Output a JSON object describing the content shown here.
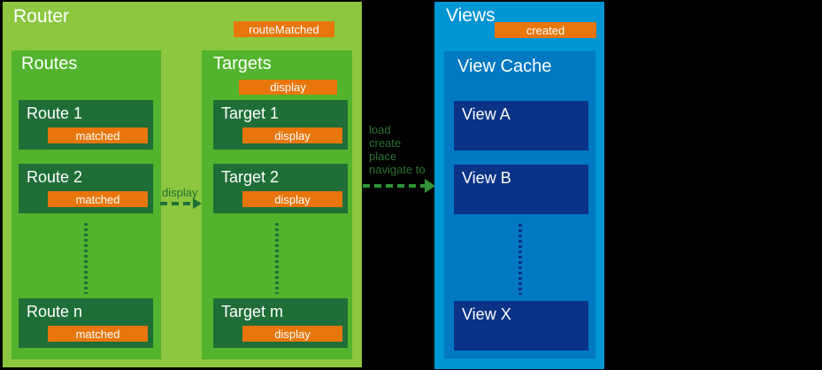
{
  "colors": {
    "router-bg": "#8dc63f",
    "section-bg": "#52b32c",
    "row-bg": "#1f6e38",
    "orange": "#e8760c",
    "views-bg": "#0095d3",
    "cache-bg": "#0078c2",
    "navy": "#0a3287",
    "arrow-dark": "#1e6f38",
    "arrow-green": "#2f9435",
    "arrow-text": "#2a7230"
  },
  "router": {
    "title": "Router",
    "event_badge": "routeMatched",
    "routes": {
      "title": "Routes",
      "items": [
        {
          "label": "Route 1",
          "badge": "matched"
        },
        {
          "label": "Route 2",
          "badge": "matched"
        },
        {
          "label": "Route n",
          "badge": "matched"
        }
      ]
    },
    "targets": {
      "title": "Targets",
      "event_badge": "display",
      "items": [
        {
          "label": "Target 1",
          "badge": "display"
        },
        {
          "label": "Target 2",
          "badge": "display"
        },
        {
          "label": "Target m",
          "badge": "display"
        }
      ]
    },
    "display_arrow_label": "display"
  },
  "main_arrow": {
    "lines": [
      "load",
      "create",
      "place",
      "navigate to"
    ]
  },
  "views": {
    "title": "Views",
    "event_badge": "created",
    "cache": {
      "title": "View Cache",
      "items": [
        {
          "label": "View A"
        },
        {
          "label": "View B"
        },
        {
          "label": "View X"
        }
      ]
    }
  }
}
